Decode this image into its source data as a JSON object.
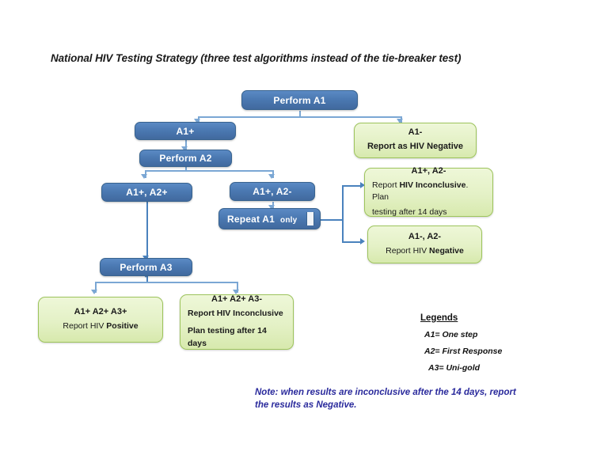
{
  "title": "National HIV Testing Strategy (three test algorithms instead of the tie-breaker test)",
  "nodes": {
    "perform_a1": "Perform A1",
    "a1_plus": "A1+",
    "perform_a2": "Perform A2",
    "a1_neg_hdr": "A1-",
    "a1_neg_body": "Report as HIV Negative",
    "a1p_a2p": "A1+, A2+",
    "a1p_a2n": "A1+, A2-",
    "repeat_a1_main": "Repeat A1",
    "repeat_a1_suffix": "only",
    "incon_hdr": "A1+, A2-",
    "incon_line1_pre": "Report ",
    "incon_line1_bold": "HIV Inconclusive",
    "incon_line1_post": ". Plan",
    "incon_line2": "testing after  14 days",
    "neg2_hdr": "A1-, A2-",
    "neg2_pre": "Report HIV ",
    "neg2_bold": "Negative",
    "perform_a3": "Perform A3",
    "pos_hdr": "A1+ A2+ A3+",
    "pos_pre": "Report HIV ",
    "pos_bold": "Positive",
    "incon3_hdr": "A1+ A2+ A3-",
    "incon3_line1": "Report HIV Inconclusive",
    "incon3_line2": "Plan testing after 14 days"
  },
  "legends": {
    "title": "Legends",
    "items": [
      "A1= One step",
      "A2= First Response",
      "A3= Uni-gold"
    ]
  },
  "note": {
    "label": "Note:",
    "line1": " when results are inconclusive after the 14 days, report",
    "line2": "the results as Negative."
  },
  "colors": {
    "blue_box": "#4b79b2",
    "blue_border": "#38638f",
    "green_box": "#e4f1c6",
    "green_border": "#9dc45c",
    "connector": "#7ba7d4",
    "connector_dark": "#4a82bd",
    "note_text": "#2a2a9c",
    "background": "#ffffff"
  }
}
